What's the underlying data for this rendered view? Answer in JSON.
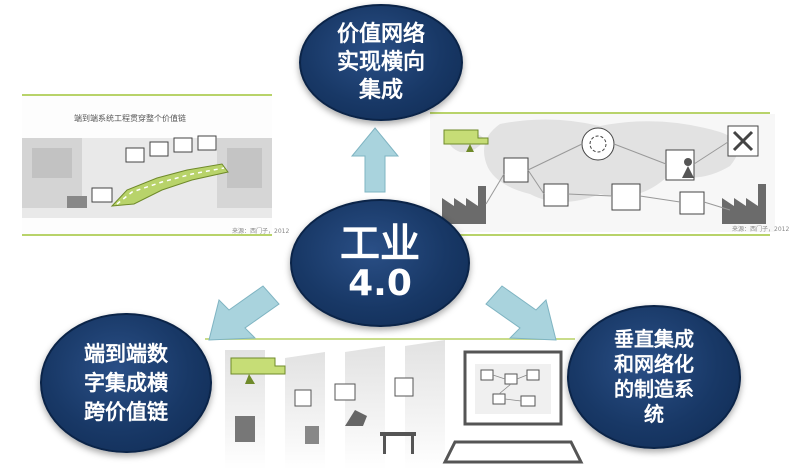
{
  "center": {
    "line1": "工业",
    "line2": "4.0"
  },
  "top_node": {
    "label": "价值网络\n实现横向\n集成"
  },
  "left_node": {
    "label": "端到端数\n字集成横\n跨价值链"
  },
  "right_node": {
    "label": "垂直集成\n和网络化\n的制造系\n统"
  },
  "left_panel": {
    "caption": "端到端系统工程贯穿整个价值链",
    "source": "来源：西门子，2012"
  },
  "right_panel": {
    "source": "来源：西门子，2012"
  },
  "colors": {
    "node_fill": "#183866",
    "arrow_fill": "#a9d3dd",
    "green_line": "#b8d36a",
    "accent_green": "#c6dd76"
  }
}
